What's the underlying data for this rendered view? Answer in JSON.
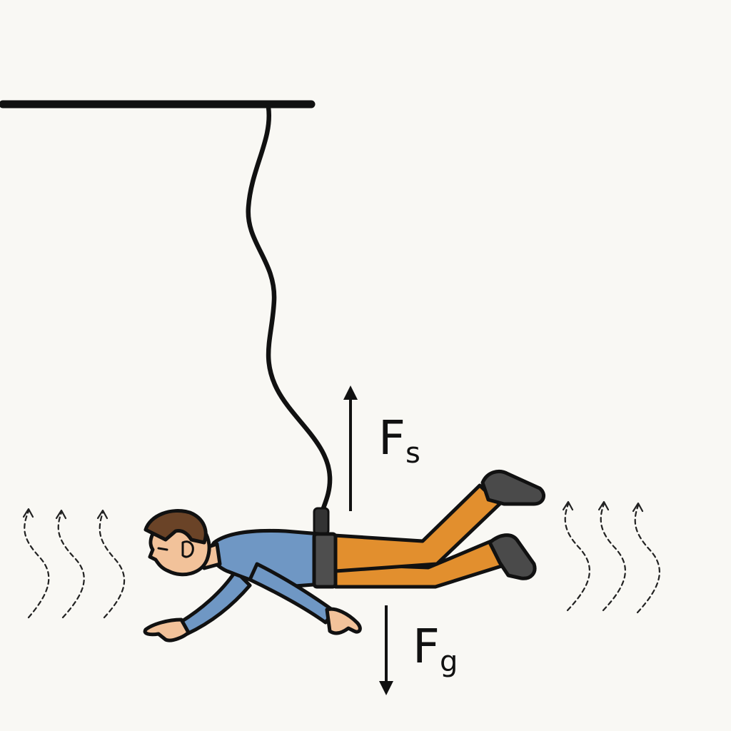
{
  "forces": {
    "spring": {
      "symbol": "F",
      "subscript": "s",
      "direction": "up"
    },
    "gravity": {
      "symbol": "F",
      "subscript": "g",
      "direction": "down"
    }
  },
  "colors": {
    "background": "#f9f8f4",
    "outline": "#111111",
    "shirt": "#6f97c4",
    "pants": "#e28f2e",
    "skin": "#f2c29a",
    "hair": "#6a4327",
    "shoes": "#4a4a4a",
    "belt": "#4e4e4e"
  },
  "icons": {
    "platform": "horizontal-bar",
    "cord": "bungee-cord",
    "person": "bungee-jumper",
    "wind": "dashed-wavy-arrows"
  }
}
